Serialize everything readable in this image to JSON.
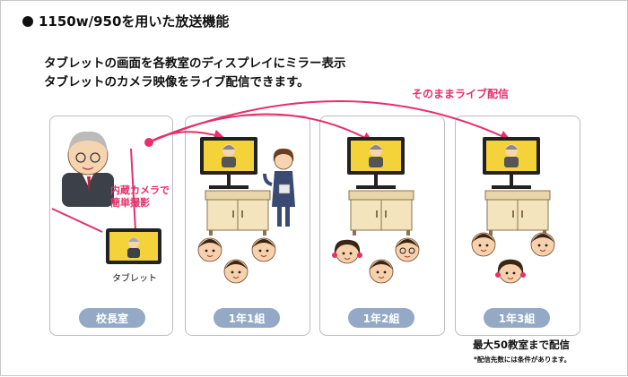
{
  "title": "1150w/950を用いた放送機能",
  "description": {
    "line1": "タブレットの画面を各教室のディスプレイにミラー表示",
    "line2": "タブレットのカメラ映像をライブ配信できます。"
  },
  "annotations": {
    "live": "そのままライブ配信",
    "camera_line1": "内蔵カメラで",
    "camera_line2": "簡単撮影",
    "tablet": "タブレット"
  },
  "rooms": [
    {
      "label": "校長室"
    },
    {
      "label": "1年1組"
    },
    {
      "label": "1年2組"
    },
    {
      "label": "1年3組"
    }
  ],
  "footer": {
    "main": "最大50教室まで配信",
    "note": "*配信先数には条件があります。"
  },
  "colors": {
    "accent_pink": "#e6306b",
    "label_pill": "#93a9c6",
    "panel_border": "#bcbcbc"
  }
}
